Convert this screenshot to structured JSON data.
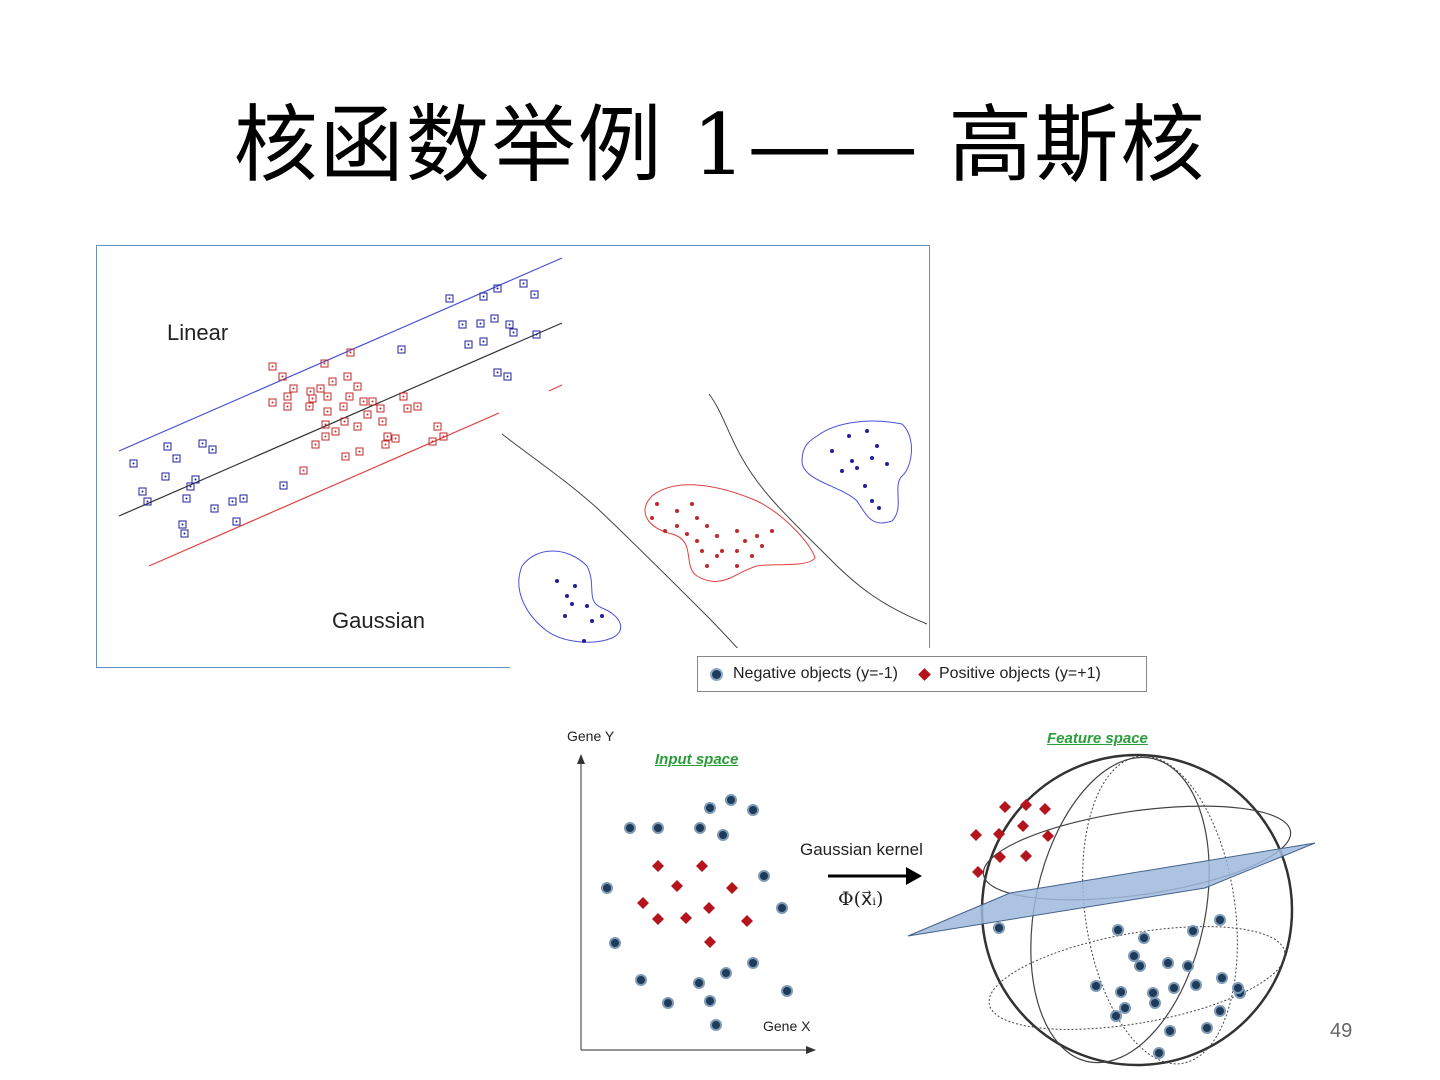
{
  "slide": {
    "title": "核函数举例 1—— 高斯核",
    "page_number": "49"
  },
  "top_figure": {
    "label_linear": "Linear",
    "label_gaussian": "Gaussian",
    "colors": {
      "negative": "#1f1f9e",
      "positive": "#c0282a",
      "linear_upper": "#4a52d6",
      "linear_mid": "#333333",
      "linear_lower": "#e04040"
    }
  },
  "bottom_figure": {
    "legend": {
      "negative": "Negative objects (y=-1)",
      "positive": "Positive objects (y=+1)"
    },
    "axis_y": "Gene Y",
    "axis_x": "Gene X",
    "input_space": "Input space",
    "feature_space": "Feature space",
    "arrow_label": "Gaussian kernel",
    "mapping": "Φ(x⃗ᵢ)",
    "colors": {
      "negative": "#1f3b5a",
      "positive": "#b5141c",
      "plane": "#9db8dc",
      "accent_green": "#2a9d3a"
    }
  }
}
